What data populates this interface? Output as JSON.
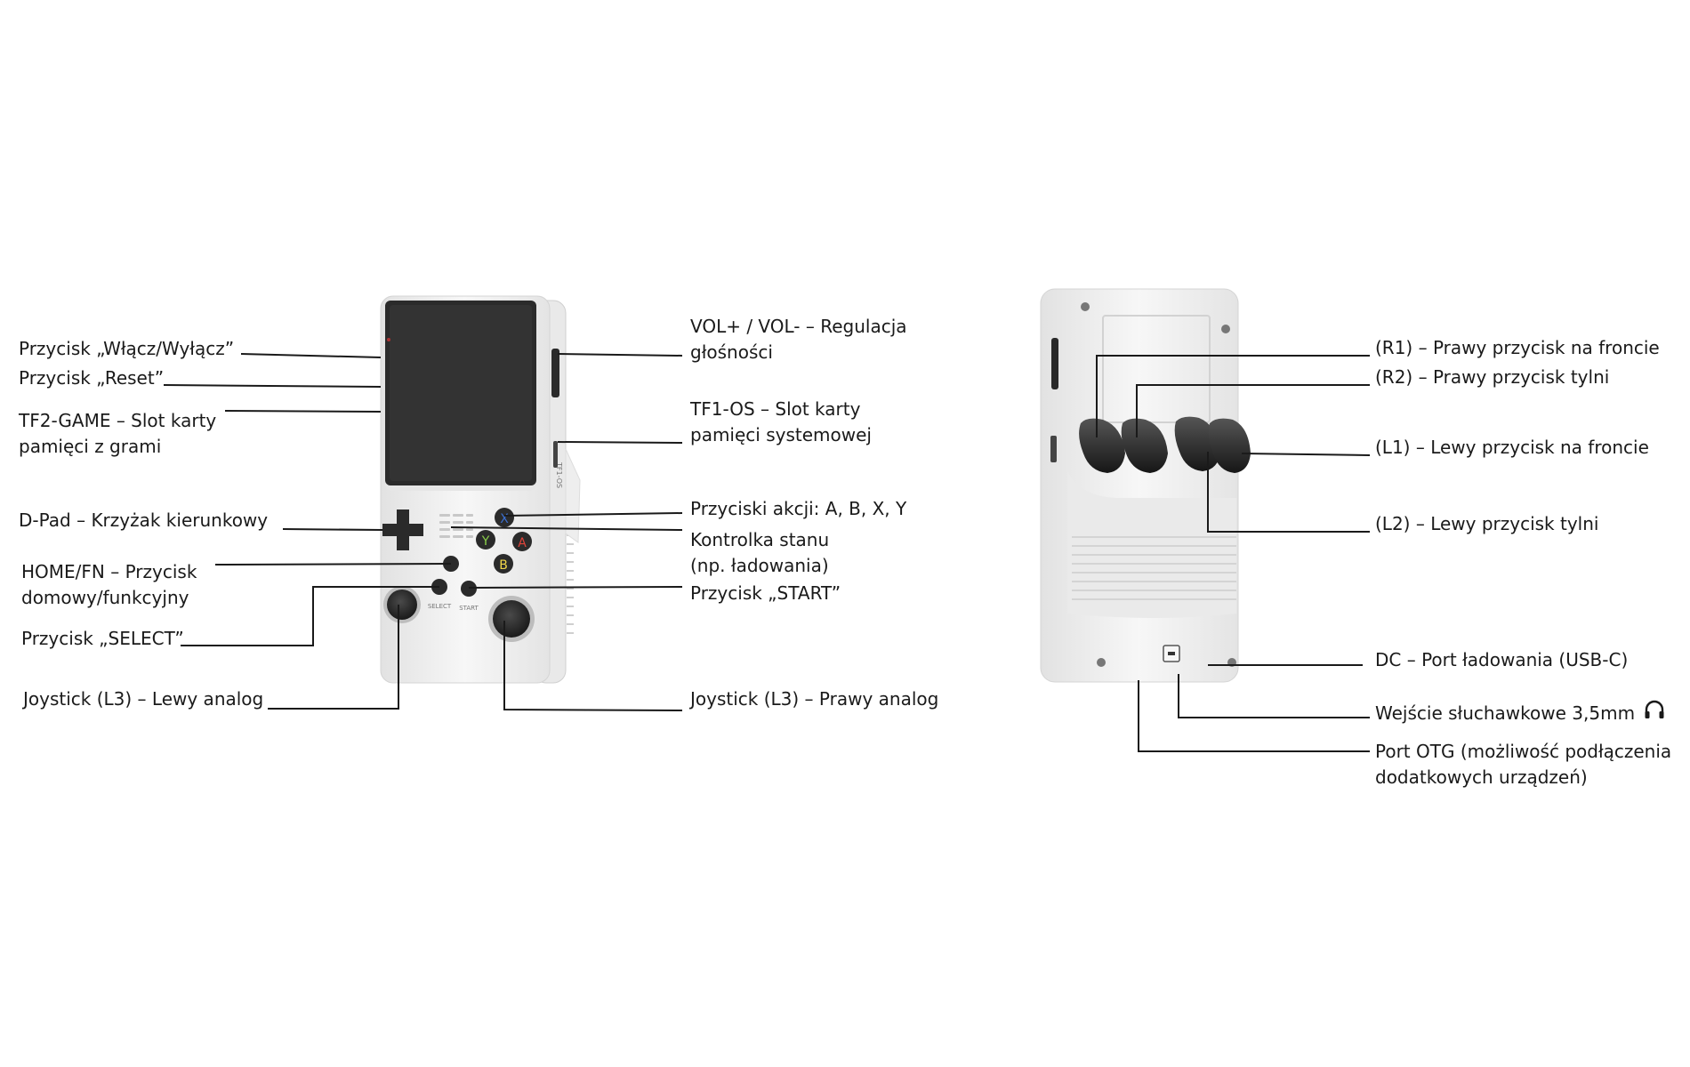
{
  "front_labels": {
    "power": "Przycisk „Włącz/Wyłącz”",
    "reset": "Przycisk „Reset”",
    "tf2_line1": "TF2-GAME – Slot karty",
    "tf2_line2": "pamięci z grami",
    "dpad": "D-Pad – Krzyżak kierunkowy",
    "home_line1": "HOME/FN – Przycisk",
    "home_line2": "domowy/funkcyjny",
    "select": "Przycisk „SELECT”",
    "joy_left": "Joystick (L3) – Lewy analog",
    "vol_line1": "VOL+ / VOL-  – Regulacja",
    "vol_line2": "głośności",
    "tf1_line1": "TF1-OS – Slot karty",
    "tf1_line2": "pamięci systemowej",
    "action": "Przyciski akcji: A, B, X, Y",
    "status_line1": "Kontrolka stanu",
    "status_line2": "(np. ładowania)",
    "start": "Przycisk „START”",
    "joy_right": "Joystick (L3) – Prawy analog"
  },
  "back_labels": {
    "r1": "(R1) – Prawy przycisk na froncie",
    "r2": "(R2) – Prawy przycisk tylni",
    "l1": "(L1) – Lewy przycisk na froncie",
    "l2": "(L2) – Lewy przycisk tylni",
    "dc": "DC – Port ładowania (USB-C)",
    "headphone": "Wejście słuchawkowe 3,5mm",
    "otg_line1": "Port OTG (możliwość podłączenia",
    "otg_line2": "dodatkowych urządzeń)"
  },
  "device_markings": {
    "face_x": "X",
    "face_y": "Y",
    "face_a": "A",
    "face_b": "B",
    "select_text": "SELECT",
    "start_text": "START",
    "side_slot": "TF1-OS"
  },
  "icons": {
    "headphone": "headphone-icon"
  },
  "colors": {
    "line": "#1a1a1a",
    "shell": "#f1f1f1",
    "screen": "#2b2b2b",
    "button_x": "#3b6fd0",
    "button_y": "#8bd04a",
    "button_a": "#e0443a",
    "button_b": "#f1d64a"
  }
}
